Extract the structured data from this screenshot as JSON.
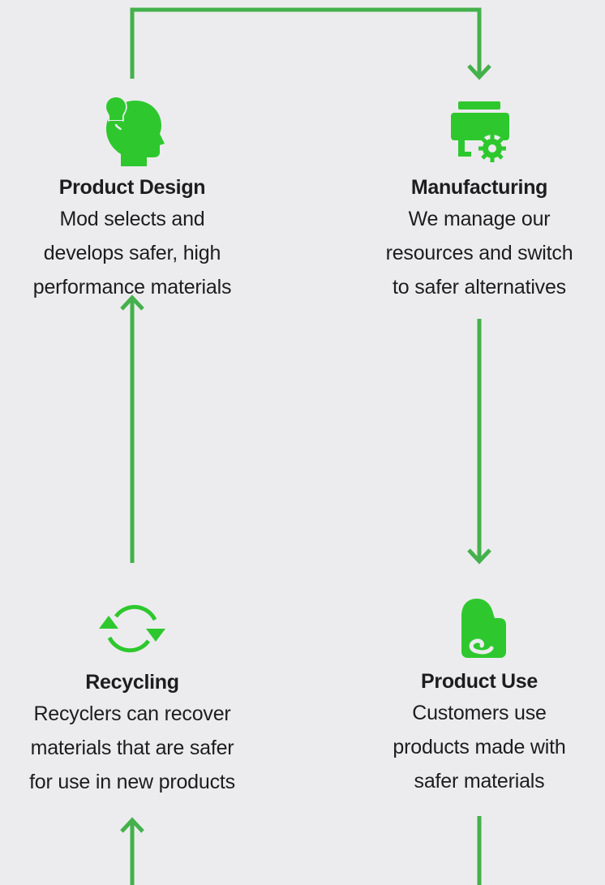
{
  "colors": {
    "accent": "#2ec82e",
    "line": "#44b14c",
    "background": "#ececee",
    "text": "#1d1d1f"
  },
  "nodes": {
    "design": {
      "icon": "head-lightbulb-icon",
      "title": "Product Design",
      "desc": [
        "Mod selects and",
        "develops safer, high",
        "performance materials"
      ]
    },
    "manufacturing": {
      "icon": "factory-gear-icon",
      "title": "Manufacturing",
      "desc": [
        "We manage our",
        "resources and switch",
        "to safer alternatives"
      ]
    },
    "use": {
      "icon": "hand-product-icon",
      "title": "Product Use",
      "desc": [
        "Customers use",
        "products made with",
        "safer materials"
      ]
    },
    "recycling": {
      "icon": "recycle-arrows-icon",
      "title": "Recycling",
      "desc": [
        "Recyclers can recover",
        "materials that are safer",
        "for use in new products"
      ]
    }
  }
}
